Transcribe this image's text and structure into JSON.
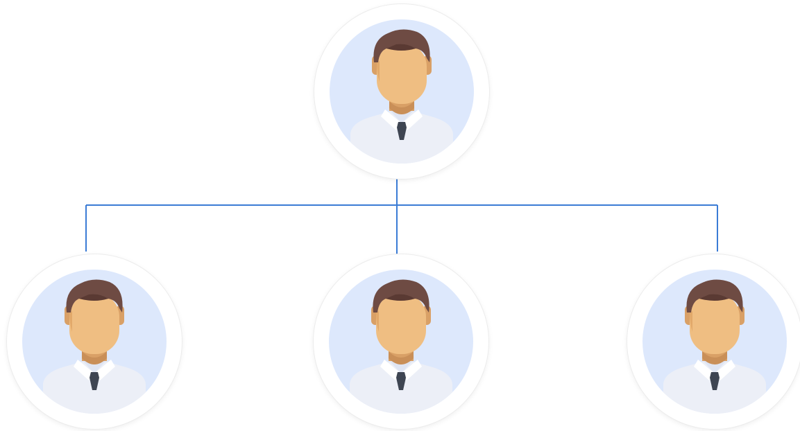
{
  "diagram": {
    "type": "org-chart",
    "connector_color": "#3a7bd5",
    "avatar_background": "#dde8fc",
    "nodes": [
      {
        "id": "root",
        "level": 0,
        "icon": "man-avatar-icon"
      },
      {
        "id": "child-1",
        "level": 1,
        "parent": "root",
        "icon": "man-avatar-icon"
      },
      {
        "id": "child-2",
        "level": 1,
        "parent": "root",
        "icon": "man-avatar-icon"
      },
      {
        "id": "child-3",
        "level": 1,
        "parent": "root",
        "icon": "man-avatar-icon"
      }
    ]
  }
}
